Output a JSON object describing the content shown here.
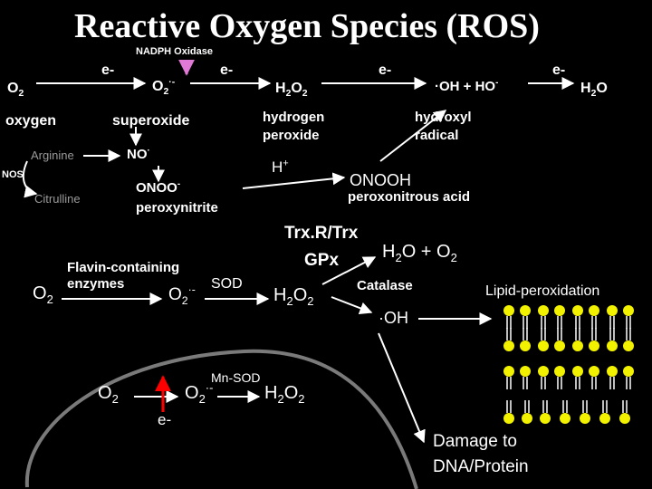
{
  "title": "Reactive Oxygen Species (ROS)",
  "nadph_oxidase": "NADPH Oxidase",
  "electron": "e-",
  "top_chain": {
    "o2": "O",
    "o2_sub": "2",
    "superoxide_formula": "O",
    "superoxide_sub": "2",
    "superoxide_sup": "·-",
    "h2o2_a": "H",
    "h2o2_sub1": "2",
    "h2o2_b": "O",
    "h2o2_sub2": "2",
    "oh_radical": "·OH + HO",
    "oh_sup": "-",
    "h2o_a": "H",
    "h2o_sub": "2",
    "h2o_b": "O"
  },
  "names": {
    "oxygen": "oxygen",
    "superoxide": "superoxide",
    "hydrogen_peroxide_1": "hydrogen",
    "hydrogen_peroxide_2": "peroxide",
    "hydroxyl_radical_1": "hydroxyl",
    "hydroxyl_radical_2": "radical"
  },
  "nos_pathway": {
    "arginine": "Arginine",
    "nos": "NOS",
    "citrulline": "Citrulline",
    "no": "NO",
    "no_sup": "·",
    "onoo": "ONOO",
    "onoo_sup": "-",
    "peroxynitrite": "peroxynitrite",
    "h_plus": "H",
    "h_plus_sup": "+",
    "onooh": "ONOOH",
    "peroxonitrous_acid": "peroxonitrous acid"
  },
  "middle": {
    "o2": "O",
    "o2_sub": "2",
    "flavin_1": "Flavin-containing",
    "flavin_2": "enzymes",
    "superoxide": "O",
    "superoxide_sub": "2",
    "superoxide_sup": "·-",
    "sod": "SOD",
    "h2o2_a": "H",
    "h2o2_sub1": "2",
    "h2o2_b": "O",
    "h2o2_sub2": "2",
    "trxr": "Trx.R/Trx",
    "gpx": "GPx",
    "water_a": "H",
    "water_sub1": "2",
    "water_b": "O + O",
    "water_sub2": "2",
    "catalase": "Catalase",
    "oh": "·OH",
    "lipid_peroxidation": "Lipid-peroxidation",
    "damage_1": "Damage to",
    "damage_2": "DNA/Protein"
  },
  "mitochondria": {
    "o2": "O",
    "o2_sub": "2",
    "superoxide": "O",
    "superoxide_sub": "2",
    "superoxide_sup": "·-",
    "mn_sod": "Mn-SOD",
    "h2o2_a": "H",
    "h2o2_sub1": "2",
    "h2o2_b": "O",
    "h2o2_sub2": "2",
    "electron": "e-"
  },
  "colors": {
    "background": "#000000",
    "text": "#ffffff",
    "muted": "#9a9a9a",
    "nadph_arrow": "#e07ad6",
    "leak_arrow": "#ff0000",
    "membrane": "#7a7a7a",
    "lipid_head": "#f2f200",
    "lipid_tail": "#ffffff"
  }
}
